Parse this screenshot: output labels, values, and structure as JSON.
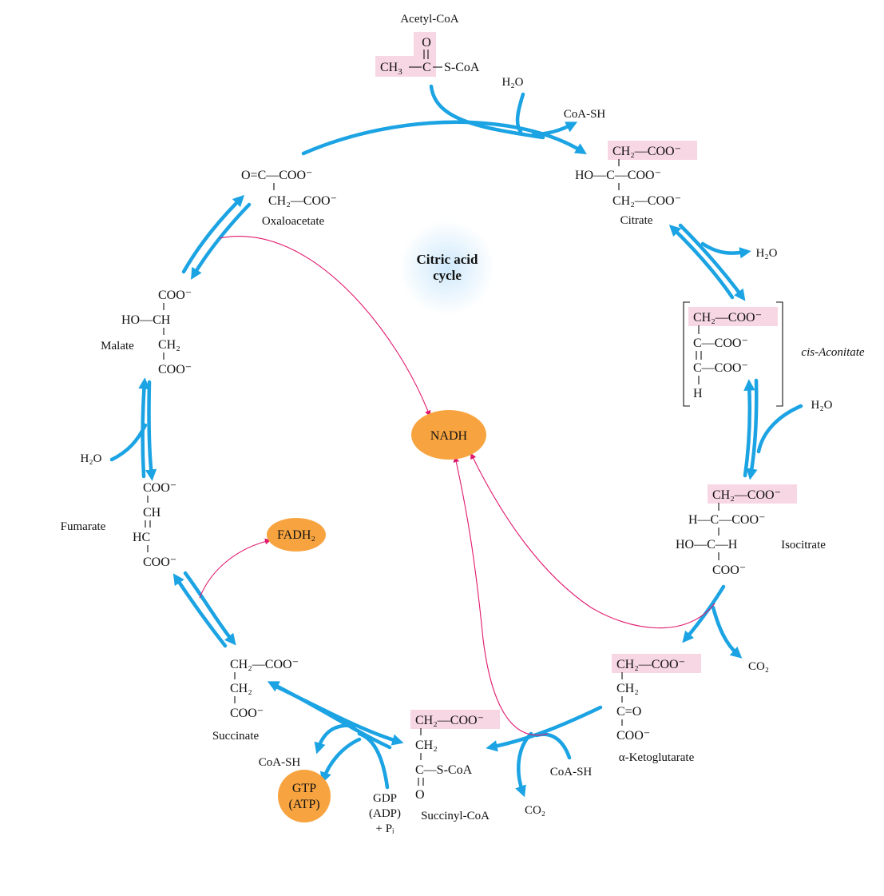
{
  "center": {
    "line1": "Citric acid",
    "line2": "cycle"
  },
  "colors": {
    "arrow": "#1ba3e3",
    "electron_carrier": "#f7a440",
    "highlight": "#f8d7e4",
    "thin_arrow": "#e0196e"
  },
  "acetyl_coa": {
    "name": "Acetyl-CoA",
    "o": "O",
    "ch3": "CH",
    "ch3_sub": "3",
    "c": "C",
    "tail": "S-CoA"
  },
  "citrate": {
    "name": "Citrate",
    "r1": "CH₂—COO⁻",
    "r2": "HO—C—COO⁻",
    "r3": "CH₂—COO⁻"
  },
  "cis_aconitate": {
    "name": "cis-Aconitate",
    "r1": "CH₂—COO⁻",
    "r2": "C—COO⁻",
    "r3": "C—COO⁻",
    "r4": "H"
  },
  "isocitrate": {
    "name": "Isocitrate",
    "r1": "CH₂—COO⁻",
    "r2": "H—C—COO⁻",
    "r3": "HO—C—H",
    "r4": "COO⁻"
  },
  "alpha_kg": {
    "name": "α-Ketoglutarate",
    "r1": "CH₂—COO⁻",
    "r2": "CH₂",
    "r3": "C=O",
    "r4": "COO⁻"
  },
  "succinyl_coa": {
    "name": "Succinyl-CoA",
    "r1": "CH₂—COO⁻",
    "r2": "CH₂",
    "r3": "C—S-CoA",
    "r4": "O"
  },
  "succinate": {
    "name": "Succinate",
    "r1": "CH₂—COO⁻",
    "r2": "CH₂",
    "r3": "COO⁻"
  },
  "fumarate": {
    "name": "Fumarate",
    "r1": "COO⁻",
    "r2": "CH",
    "r3": "HC",
    "r4": "COO⁻"
  },
  "malate": {
    "name": "Malate",
    "r1": "COO⁻",
    "r2": "HO—CH",
    "r3": "CH₂",
    "r4": "COO⁻"
  },
  "oxaloacetate": {
    "name": "Oxaloacetate",
    "r1": "O=C—COO⁻",
    "r2": "CH₂—COO⁻"
  },
  "side": {
    "h2o_citrate": "H₂O",
    "coash_citrate": "CoA-SH",
    "h2o_citrate_out": "H₂O",
    "h2o_aconitase_in": "H₂O",
    "co2_icdh": "CO₂",
    "coash_akg": "CoA-SH",
    "co2_akg": "CO₂",
    "coash_scs": "CoA-SH",
    "gdp": "GDP",
    "adp": "(ADP)",
    "pi": "+ Pᵢ",
    "h2o_fumarase": "H₂O"
  },
  "carriers": {
    "nadh": "NADH",
    "fadh2": "FADH₂",
    "gtp": "GTP",
    "atp": "(ATP)"
  }
}
